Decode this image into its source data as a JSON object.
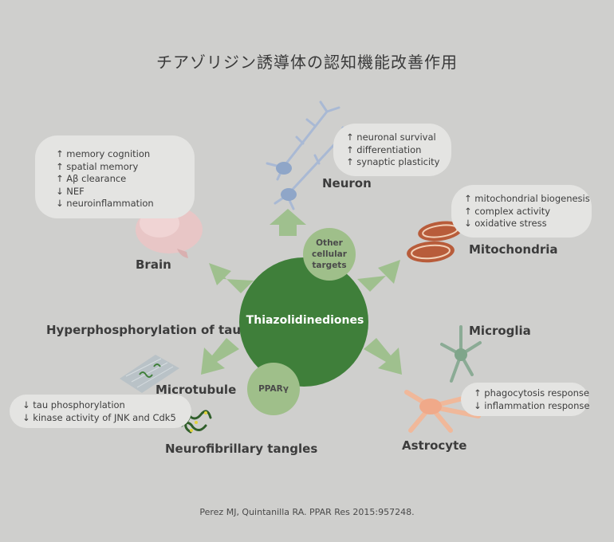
{
  "title": "チアゾリジン誘導体の認知機能改善作用",
  "center": {
    "label": "Thiazolidinediones"
  },
  "small_nodes": {
    "other": "Other\ncellular\ntargets",
    "ppar": "PPARγ"
  },
  "targets": {
    "neuron": {
      "label": "Neuron",
      "effects": [
        "↑  neuronal survival",
        "↑  differentiation",
        "↑  synaptic plasticity"
      ]
    },
    "brain": {
      "label": "Brain",
      "effects": [
        "↑  memory cognition",
        "↑  spatial memory",
        "↑  Aβ clearance",
        "↓  NEF",
        "↓  neuroinflammation"
      ]
    },
    "mitochondria": {
      "label": "Mitochondria",
      "effects": [
        "↑  mitochondrial biogenesis",
        "↑  complex activity",
        "↓  oxidative stress"
      ]
    },
    "microglia": {
      "label": "Microglia"
    },
    "astrocyte": {
      "label": "Astrocyte",
      "effects": [
        "↑  phagocytosis response",
        "↓  inflammation response"
      ]
    },
    "tau": {
      "label": "Hyperphosphorylation of tau",
      "effects": [
        "↓  tau phosphorylation",
        "↓  kinase activity of JNK and Cdk5"
      ]
    },
    "microtubule": {
      "label": "Microtubule"
    },
    "tangles": {
      "label": "Neurofibrillary tangles"
    }
  },
  "credit": "Perez MJ, Quintanilla RA. PPAR Res 2015:957248.",
  "colors": {
    "background": "#cfcfcd",
    "center_circle": "#3f7f3a",
    "small_circle": "#9fbf8a",
    "arrow": "#9fc08e",
    "bubble": "#e4e4e2"
  }
}
